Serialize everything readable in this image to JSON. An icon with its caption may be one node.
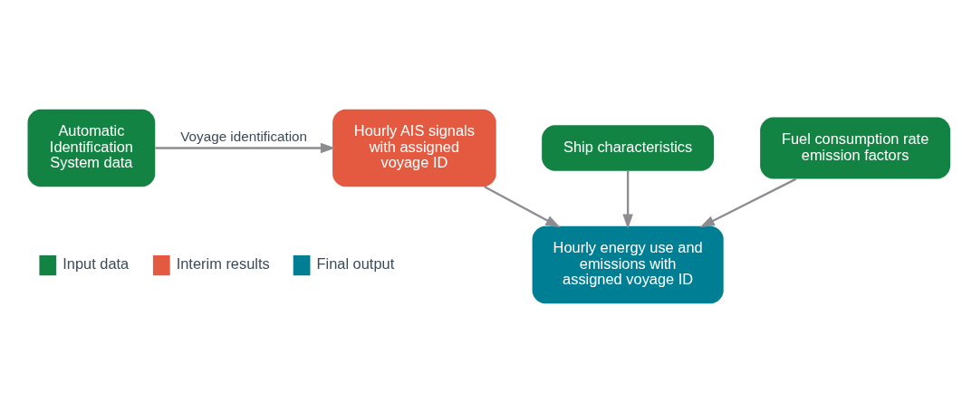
{
  "diagram": {
    "nodes": [
      {
        "text": [
          "Automatic Identification System data"
        ]
      },
      {
        "text": [
          "Hourly AIS signals with assigned voyage ID"
        ]
      },
      {
        "text": [
          "Ship characteristics"
        ]
      },
      {
        "text": [
          "Fuel consumption rate emission factors"
        ]
      },
      {
        "text": [
          "Hourly energy use and emissions with assigned voyage ID"
        ]
      }
    ],
    "edges": [
      {
        "from": 0,
        "to": 1,
        "arrow": "to",
        "label": "Voyage identification"
      },
      {
        "from": 1,
        "to": 4,
        "arrow": "to"
      },
      {
        "from": 2,
        "to": 4,
        "arrow": "to"
      },
      {
        "from": 3,
        "to": 4,
        "arrow": "to"
      }
    ],
    "legend": [
      {
        "text": "Input data",
        "color": "#138343"
      },
      {
        "text": "Interim results",
        "color": "#e35a40"
      },
      {
        "text": "Final output",
        "color": "#007e93"
      }
    ]
  }
}
